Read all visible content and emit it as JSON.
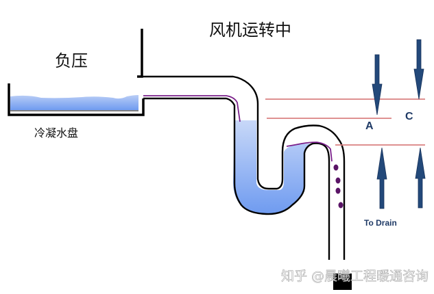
{
  "labels": {
    "negative_pressure": "负压",
    "fan_running": "风机运转中",
    "drain_pan": "冷凝水盘",
    "point_a": "A",
    "point_c": "C",
    "to_drain": "To Drain"
  },
  "watermark": "知乎 @晨曦工程暖通咨询",
  "colors": {
    "water_top": "#c8d8f8",
    "water_bottom": "#6f9bf0",
    "pipe_outline": "#000000",
    "film_line": "#7a1f8a",
    "level_line": "#d98080",
    "arrow": "#23497a",
    "droplet": "#5a1466"
  }
}
